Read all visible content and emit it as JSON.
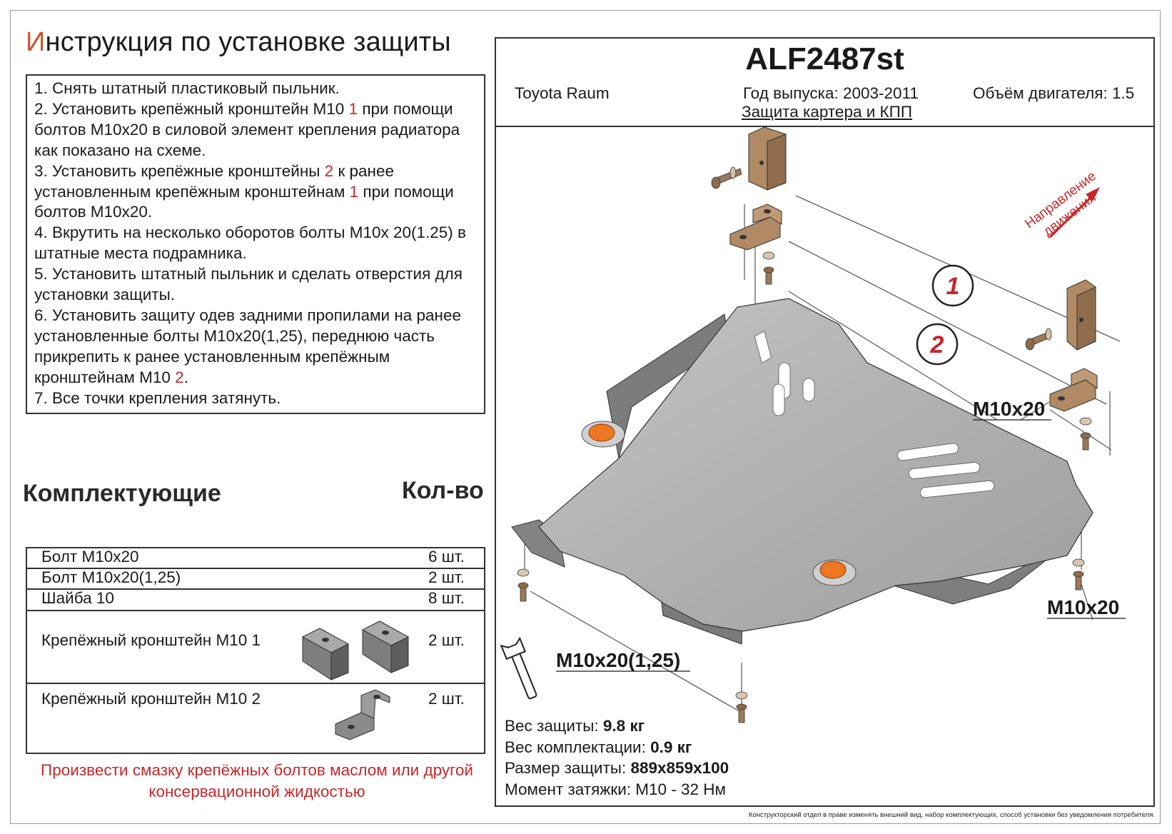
{
  "title": "Инструкция по установке защиты",
  "steps": [
    "1.   Снять штатный пластиковый пыльник.",
    "2.   Установить крепёжный кронштейн М10 |1| при помощи болтов М10х20 в силовой элемент крепления радиатора как показано на схеме.",
    "3.   Установить крепёжные кронштейны |2| к ранее установленным крепёжным кронштейнам |1| при помощи болтов М10х20.",
    "4.   Вкрутить на несколько оборотов болты М10х 20(1.25) в штатные места подрамника.",
    "5.   Установить штатный пыльник и сделать отверстия для установки защиты.",
    "6.   Установить защиту одев задними пропилами на ранее установленные болты М10х20(1,25), переднюю часть прикрепить к ранее установленным крепёжным кронштейнам М10 |2|.",
    "7.   Все точки крепления затянуть."
  ],
  "components": {
    "heading": "Комплектующие",
    "qty_heading": "Кол-во",
    "rows": [
      {
        "name": "Болт М10х20",
        "qty": "6 шт."
      },
      {
        "name": "Болт М10х20(1,25)",
        "qty": "2 шт."
      },
      {
        "name": "Шайба 10",
        "qty": "8 шт."
      },
      {
        "name": "Крепёжный кронштейн М10  1",
        "qty": "2 шт."
      },
      {
        "name": "Крепёжный кронштейн М10  2",
        "qty": "2 шт."
      }
    ]
  },
  "note": "Произвести смазку крепёжных болтов маслом или другой консервационной жидкостью",
  "product": {
    "code": "ALF2487st",
    "car": "Toyota Raum",
    "year": "Год выпуска: 2003-2011",
    "engine": "Объём двигателя: 1.5",
    "type": "Защита картера и КПП"
  },
  "diagram": {
    "direction_line1": "Направление",
    "direction_line2": "движения",
    "callout_1": "1",
    "callout_2": "2",
    "bolt_label_1": "М10х20",
    "bolt_label_2": "М10х20",
    "bolt_label_3": "М10х20(1,25)",
    "colors": {
      "plate": "#b2b2b2",
      "bracket": "#b08a64",
      "accent_red": "#c8262a",
      "plug": "#ee7722"
    }
  },
  "specs": [
    {
      "label": "Вес защиты: ",
      "value": "9.8 кг"
    },
    {
      "label": "Вес комплектации: ",
      "value": "0.9 кг"
    },
    {
      "label": "Размер защиты: ",
      "value": "889х859х100"
    },
    {
      "label": "Момент затяжки:  ",
      "value": "М10 - 32 Нм"
    }
  ],
  "disclaimer": "Конструкторский отдел в праве изменять внешний вид, набор комплектующих, способ установки без уведомления потребителя."
}
